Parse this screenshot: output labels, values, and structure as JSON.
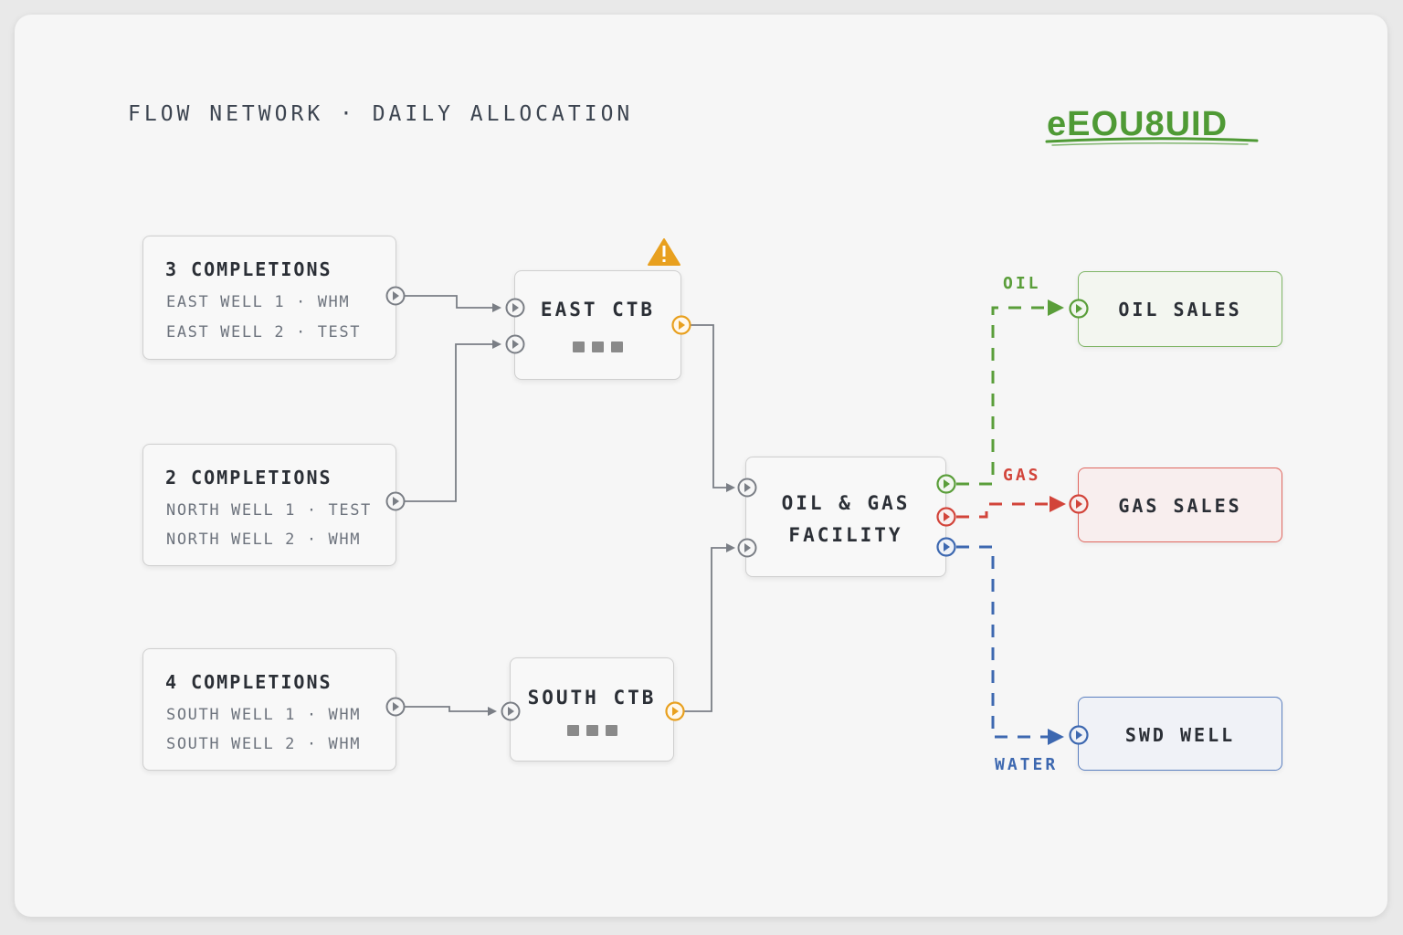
{
  "title": "FLOW NETWORK · DAILY ALLOCATION",
  "logo_text": "eEOU8UID",
  "colors": {
    "oil": "#5a9e3a",
    "gas": "#d2443a",
    "water": "#3d68b0",
    "port_out": "#e8a01f",
    "warning": "#e8a01f",
    "wire": "#7a7e85"
  },
  "sources": [
    {
      "title": "3 COMPLETIONS",
      "lines": [
        "EAST WELL 1 · WHM",
        "EAST WELL 2 · TEST"
      ]
    },
    {
      "title": "2 COMPLETIONS",
      "lines": [
        "NORTH WELL 1 · TEST",
        "NORTH WELL 2 · WHM"
      ]
    },
    {
      "title": "4 COMPLETIONS",
      "lines": [
        "SOUTH WELL 1 · WHM",
        "SOUTH WELL 2 · WHM"
      ]
    }
  ],
  "ctbs": [
    {
      "title": "EAST CTB",
      "warning_icon": "warning-triangle-icon"
    },
    {
      "title": "SOUTH CTB"
    }
  ],
  "facility": {
    "line1": "OIL & GAS",
    "line2": "FACILITY"
  },
  "destinations": [
    {
      "title": "OIL SALES",
      "stream": "OIL"
    },
    {
      "title": "GAS SALES",
      "stream": "GAS"
    },
    {
      "title": "SWD WELL",
      "stream": "WATER"
    }
  ]
}
